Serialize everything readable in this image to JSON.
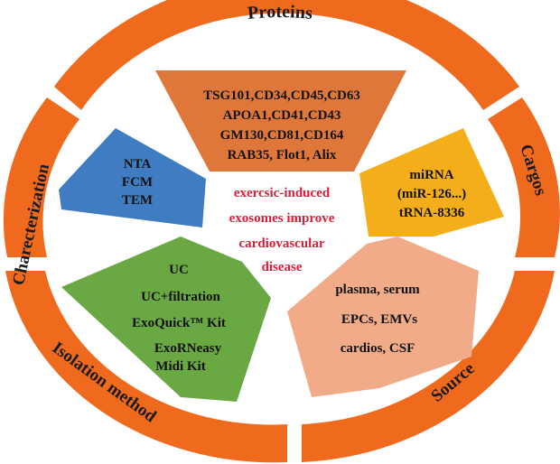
{
  "ring": {
    "proteins": "Proteins",
    "charecterization": "Charecterization",
    "cargos": "Cargos",
    "isolation": "Isolation method",
    "source": "Source"
  },
  "segments": {
    "proteins": [
      "TSG101,CD34,CD45,CD63",
      "APOA1,CD41,CD43",
      "GM130,CD81,CD164",
      "RAB35, Flot1, Alix"
    ],
    "characterization": [
      "NTA",
      "FCM",
      "TEM"
    ],
    "cargos": [
      "miRNA",
      "(miR-126...)",
      "tRNA-8336"
    ],
    "isolation": [
      "UC",
      "UC+filtration",
      "ExoQuick™ Kit",
      "ExoRNeasy",
      "Midi Kit"
    ],
    "source": [
      "plasma, serum",
      "EPCs, EMVs",
      "cardios, CSF"
    ]
  },
  "center": [
    "exercsic-induced",
    "exosomes improve",
    "cardiovascular",
    "disease"
  ],
  "colors": {
    "ring": "#f06a1e",
    "proteins": "#e0773a",
    "characterization": "#3f7cc2",
    "cargos": "#f4ae1a",
    "isolation": "#6aa843",
    "source": "#f2ab88",
    "center_text": "#d6203a"
  }
}
